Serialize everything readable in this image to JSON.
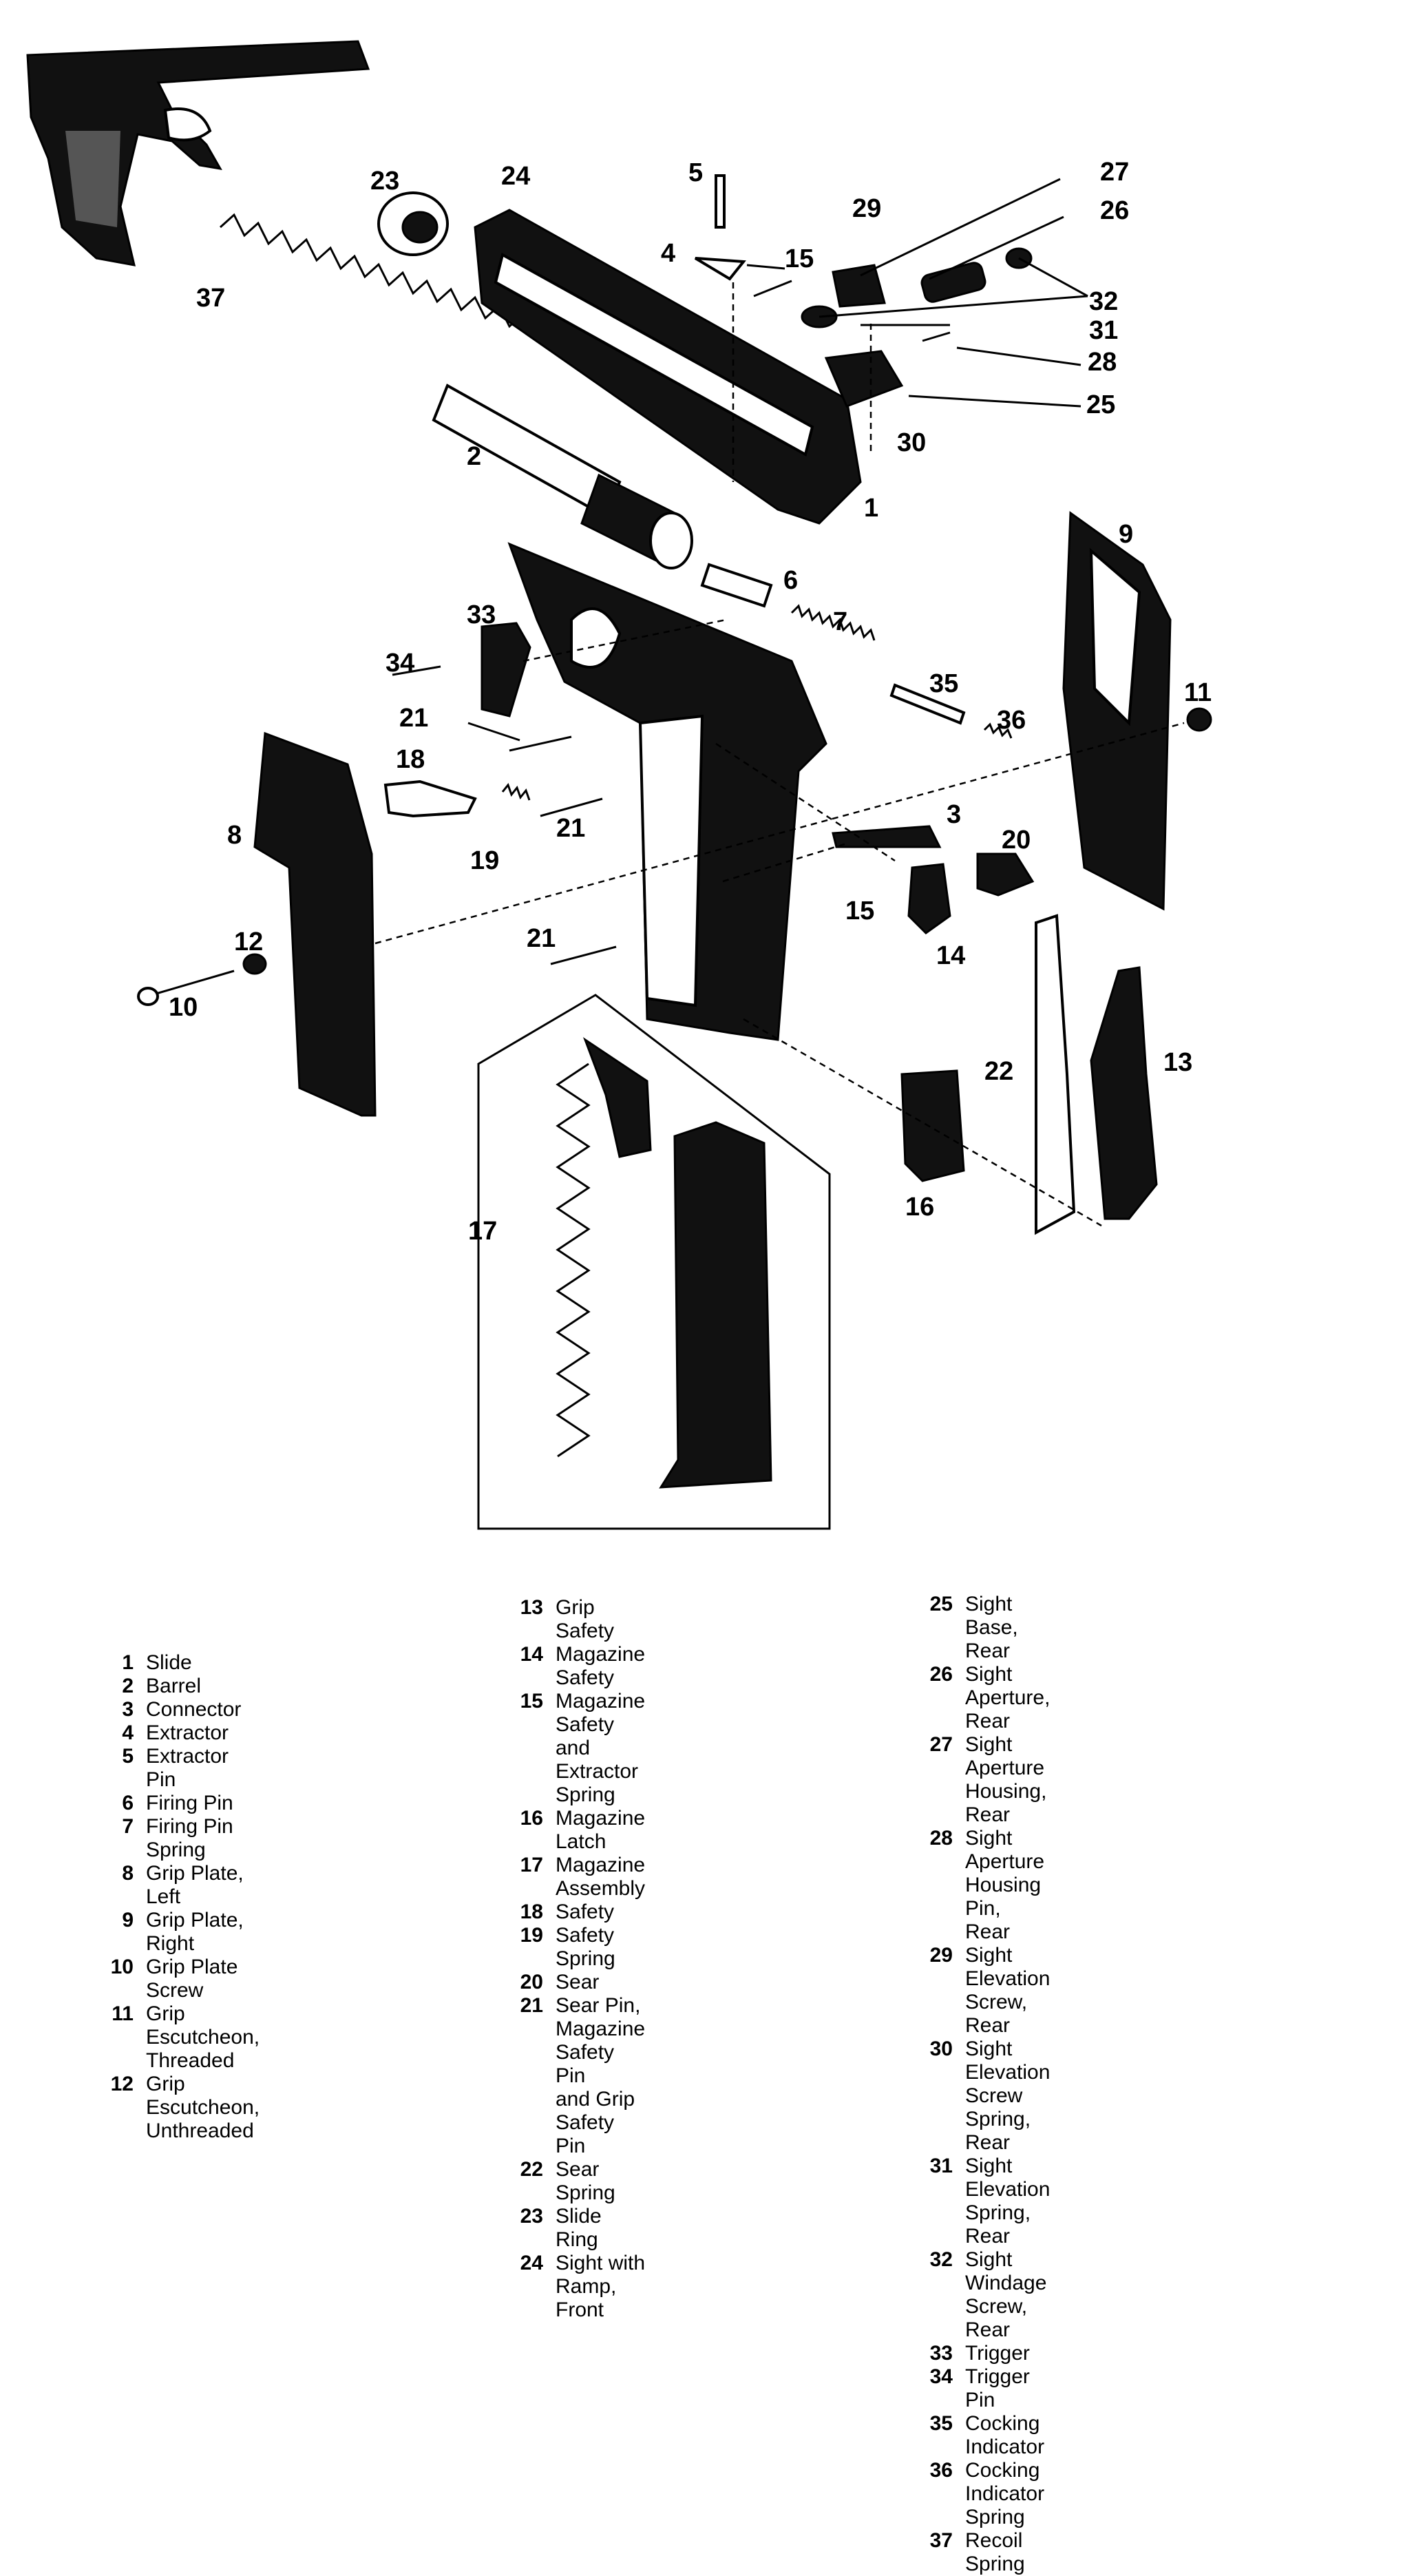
{
  "callouts": [
    {
      "n": "1"
    },
    {
      "n": "2"
    },
    {
      "n": "3"
    },
    {
      "n": "5"
    },
    {
      "n": "4"
    },
    {
      "n": "6"
    },
    {
      "n": "7"
    },
    {
      "n": "8"
    },
    {
      "n": "9"
    },
    {
      "n": "10"
    },
    {
      "n": "11"
    },
    {
      "n": "12"
    },
    {
      "n": "13"
    },
    {
      "n": "14"
    },
    {
      "n": "15"
    },
    {
      "n": "15"
    },
    {
      "n": "16"
    },
    {
      "n": "17"
    },
    {
      "n": "18"
    },
    {
      "n": "19"
    },
    {
      "n": "20"
    },
    {
      "n": "21"
    },
    {
      "n": "21"
    },
    {
      "n": "21"
    },
    {
      "n": "22"
    },
    {
      "n": "23"
    },
    {
      "n": "24"
    },
    {
      "n": "25"
    },
    {
      "n": "26"
    },
    {
      "n": "27"
    },
    {
      "n": "28"
    },
    {
      "n": "29"
    },
    {
      "n": "30"
    },
    {
      "n": "31"
    },
    {
      "n": "32"
    },
    {
      "n": "33"
    },
    {
      "n": "34"
    },
    {
      "n": "35"
    },
    {
      "n": "36"
    },
    {
      "n": "37"
    }
  ],
  "legend": {
    "col1": [
      {
        "num": "1",
        "label": "Slide"
      },
      {
        "num": "2",
        "label": "Barrel"
      },
      {
        "num": "3",
        "label": "Connector"
      },
      {
        "num": "4",
        "label": "Extractor"
      },
      {
        "num": "5",
        "label": "Extractor Pin"
      },
      {
        "num": "6",
        "label": "Firing Pin"
      },
      {
        "num": "7",
        "label": "Firing Pin Spring"
      },
      {
        "num": "8",
        "label": "Grip Plate, Left"
      },
      {
        "num": "9",
        "label": "Grip Plate, Right"
      },
      {
        "num": "10",
        "label": "Grip Plate Screw"
      },
      {
        "num": "11",
        "label": "Grip Escutcheon, Threaded"
      },
      {
        "num": "12",
        "label": "Grip Escutcheon, Unthreaded"
      }
    ],
    "col2": [
      {
        "num": "13",
        "label": "Grip Safety"
      },
      {
        "num": "14",
        "label": "Magazine Safety"
      },
      {
        "num": "15",
        "label": "Magazine Safety and\nExtractor Spring"
      },
      {
        "num": "16",
        "label": "Magazine Latch"
      },
      {
        "num": "17",
        "label": "Magazine Assembly"
      },
      {
        "num": "18",
        "label": "Safety"
      },
      {
        "num": "19",
        "label": "Safety Spring"
      },
      {
        "num": "20",
        "label": "Sear"
      },
      {
        "num": "21",
        "label": "Sear Pin, Magazine Safety Pin\nand Grip Safety Pin"
      },
      {
        "num": "22",
        "label": "Sear Spring"
      },
      {
        "num": "23",
        "label": "Slide Ring"
      },
      {
        "num": "24",
        "label": "Sight with Ramp, Front"
      }
    ],
    "col3": [
      {
        "num": "25",
        "label": "Sight Base, Rear"
      },
      {
        "num": "26",
        "label": "Sight Aperture, Rear"
      },
      {
        "num": "27",
        "label": "Sight Aperture Housing, Rear"
      },
      {
        "num": "28",
        "label": "Sight Aperture Housing Pin, Rear"
      },
      {
        "num": "29",
        "label": "Sight Elevation Screw, Rear"
      },
      {
        "num": "30",
        "label": "Sight Elevation Screw Spring, Rear"
      },
      {
        "num": "31",
        "label": "Sight Elevation Spring, Rear"
      },
      {
        "num": "32",
        "label": "Sight Windage Screw, Rear"
      },
      {
        "num": "33",
        "label": "Trigger"
      },
      {
        "num": "34",
        "label": "Trigger Pin"
      },
      {
        "num": "35",
        "label": "Cocking Indicator"
      },
      {
        "num": "36",
        "label": "Cocking Indicator Spring"
      },
      {
        "num": "37",
        "label": "Recoil Spring"
      }
    ]
  }
}
